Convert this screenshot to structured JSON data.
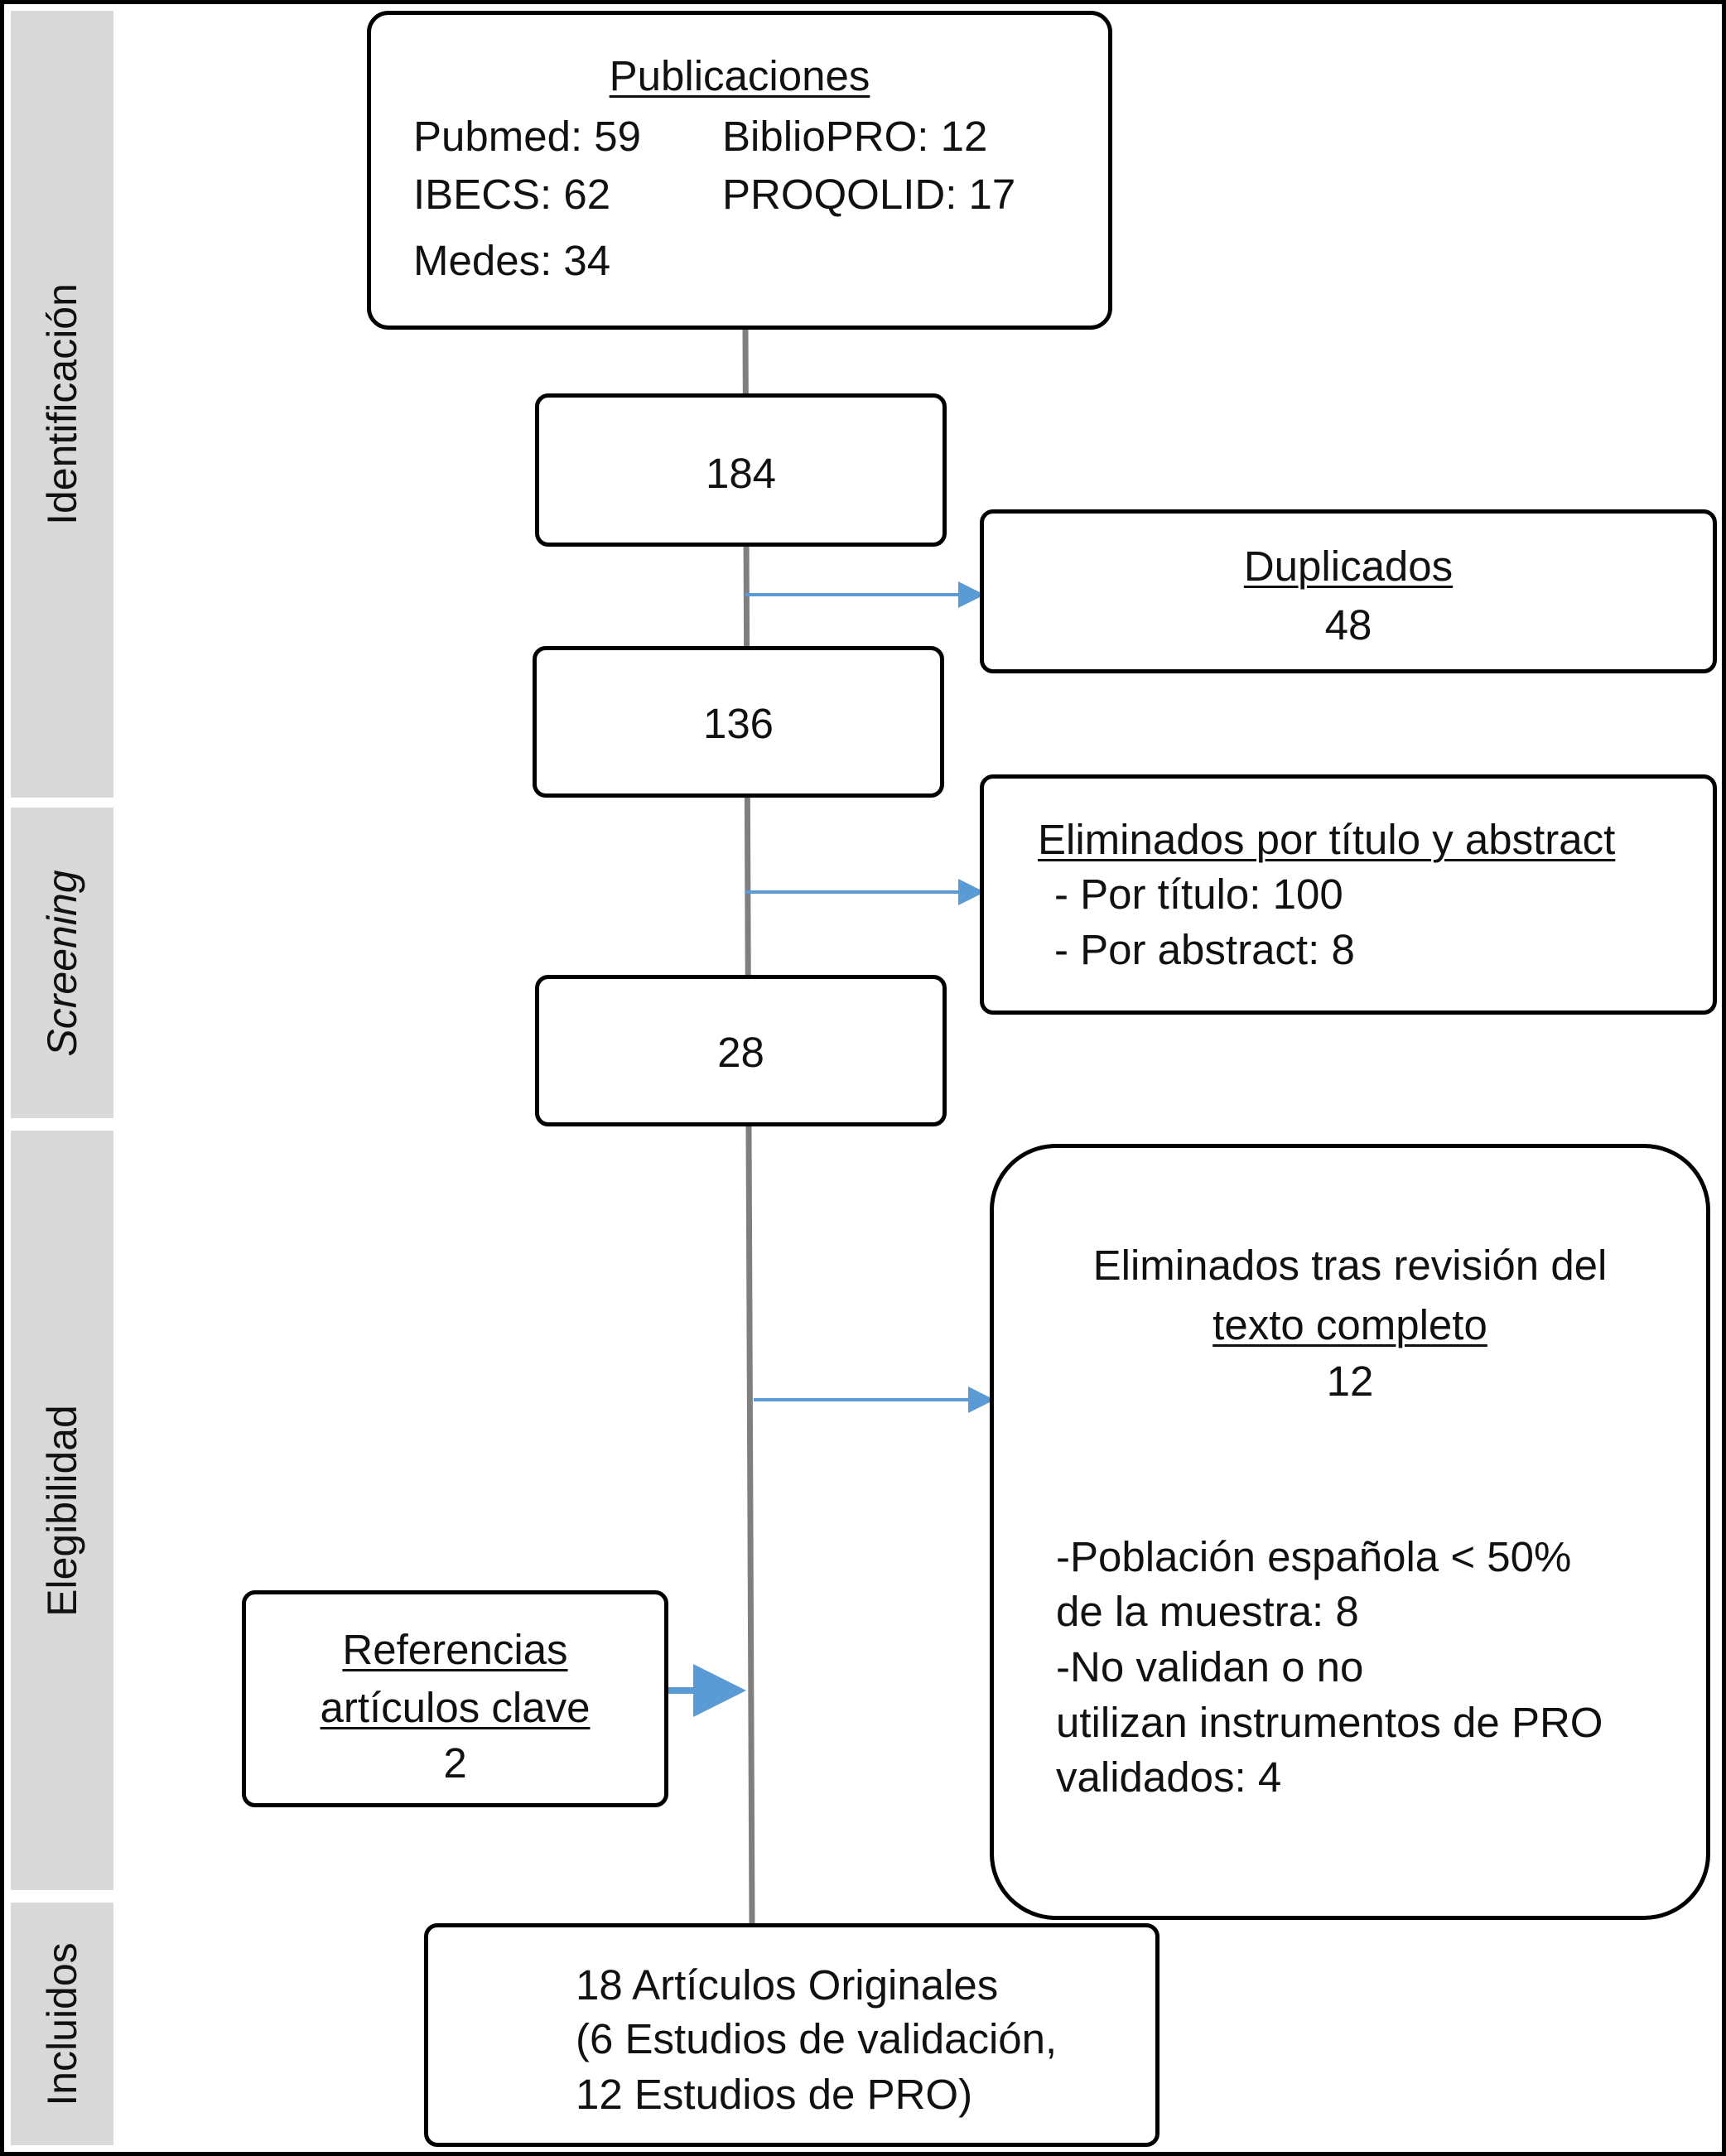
{
  "phases": {
    "identification": "Identificación",
    "screening": "Screening",
    "eligibility": "Elegibilidad",
    "included": "Incluidos"
  },
  "sources": {
    "title": "Publicaciones",
    "pubmed": "Pubmed: 59",
    "bibliopro": "BiblioPRO: 12",
    "ibecs": "IBECS: 62",
    "proqolid": "PROQOLID: 17",
    "medes": "Medes: 34"
  },
  "counts": {
    "step1": "184",
    "step2": "136",
    "step3": "28"
  },
  "duplicates": {
    "title": "Duplicados",
    "value": "48"
  },
  "screened_out": {
    "title": "Eliminados por título y abstract",
    "by_title": "- Por título: 100",
    "by_abstract": "- Por abstract: 8"
  },
  "fulltext_excluded": {
    "line1": "Eliminados tras revisión del",
    "line2": "texto completo",
    "value": "12",
    "reason1a": "-Población española < 50%",
    "reason1b": "de la muestra: 8",
    "reason2a": "-No validan o no",
    "reason2b": "utilizan instrumentos de PRO",
    "reason2c": "validados: 4"
  },
  "references": {
    "line1": "Referencias",
    "line2": "artículos clave",
    "value": "2"
  },
  "included": {
    "line1": "18 Artículos Originales",
    "line2": "(6 Estudios de validación,",
    "line3": "12 Estudios de PRO)"
  },
  "colors": {
    "arrow": "#5b9bd5",
    "trunk": "#7f7f7f",
    "phase_band": "#d9d9d9"
  }
}
